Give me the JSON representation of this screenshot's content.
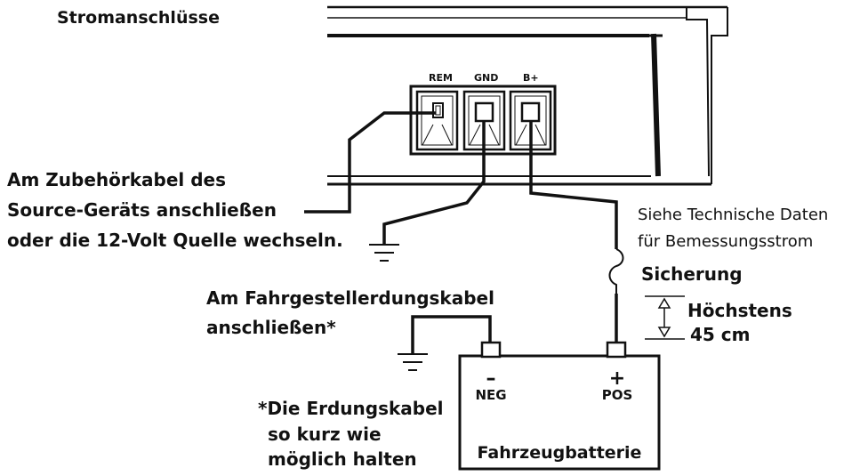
{
  "header": {
    "title": "Stromanschlüsse"
  },
  "terminals": {
    "rem": "REM",
    "gnd": "GND",
    "bplus": "B+"
  },
  "callouts": {
    "remote_line1": "Am Zubehörkabel des",
    "remote_line2": "Source-Geräts anschließen",
    "remote_line3": "oder die 12-Volt Quelle wechseln.",
    "specs_line1": "Siehe Technische Daten",
    "specs_line2": "für Bemessungsstrom",
    "fuse": "Sicherung",
    "max_line1": "Höchstens",
    "max_line2": "45 cm",
    "chassis_line1": "Am Fahrgestellerdungskabel",
    "chassis_line2": "anschließen*",
    "note_line1": "*Die Erdungskabel",
    "note_line2": "so kurz  wie",
    "note_line3": "möglich halten"
  },
  "battery": {
    "neg_symbol": "–",
    "neg_label": "NEG",
    "pos_symbol": "+",
    "pos_label": "POS",
    "label": "Fahrzeugbatterie"
  }
}
